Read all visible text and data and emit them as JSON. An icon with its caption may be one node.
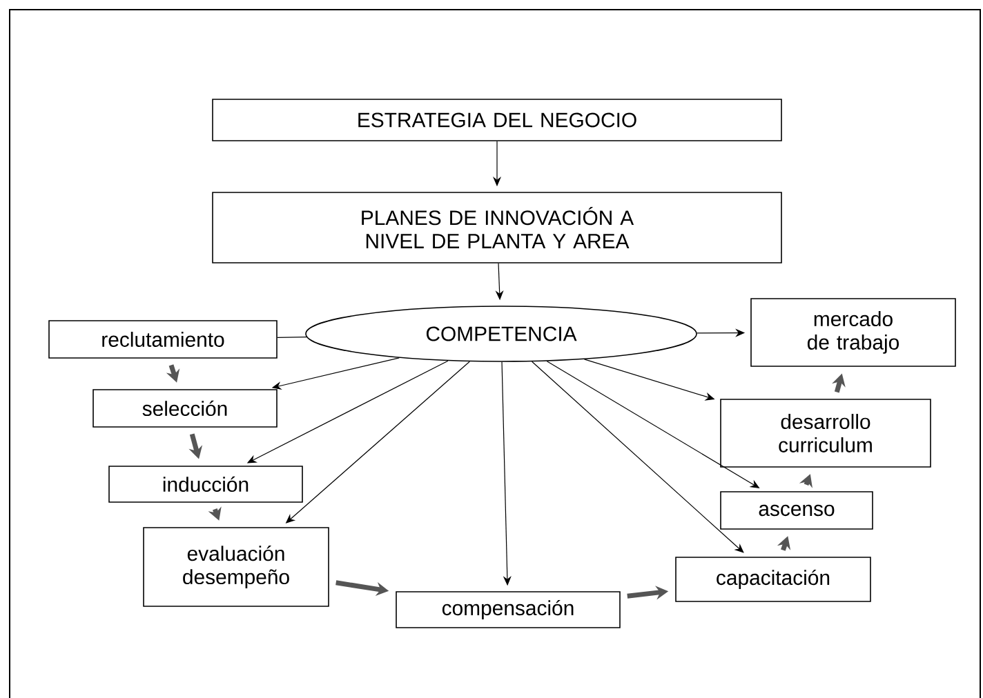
{
  "diagram": {
    "nodes": [
      {
        "text": [
          "ESTRATEGIA DEL NEGOCIO"
        ]
      },
      {
        "text": [
          "PLANES DE INNOVACIÓN A NIVEL DE PLANTA Y AREA"
        ]
      },
      {
        "text": [
          "COMPETENCIA"
        ]
      },
      {
        "text": [
          "reclutamiento"
        ]
      },
      {
        "text": [
          "selección"
        ]
      },
      {
        "text": [
          "inducción"
        ]
      },
      {
        "text": [
          "evaluación desempeño"
        ]
      },
      {
        "text": [
          "compensación"
        ]
      },
      {
        "text": [
          "capacitación"
        ]
      },
      {
        "text": [
          "ascenso"
        ]
      },
      {
        "text": [
          "desarrollo curriculum"
        ]
      },
      {
        "text": [
          "mercado de trabajo"
        ]
      }
    ],
    "edges": [
      {
        "from": 0,
        "to": 1,
        "arrow": "to"
      },
      {
        "from": 1,
        "to": 2,
        "arrow": "to"
      },
      {
        "from": 3,
        "to": 2,
        "arrow": "none"
      },
      {
        "from": 2,
        "to": 4,
        "arrow": "to"
      },
      {
        "from": 2,
        "to": 5,
        "arrow": "to"
      },
      {
        "from": 2,
        "to": 6,
        "arrow": "to"
      },
      {
        "from": 2,
        "to": 7,
        "arrow": "to"
      },
      {
        "from": 2,
        "to": 8,
        "arrow": "to"
      },
      {
        "from": 2,
        "to": 9,
        "arrow": "to"
      },
      {
        "from": 2,
        "to": 10,
        "arrow": "to"
      },
      {
        "from": 2,
        "to": 11,
        "arrow": "to"
      },
      {
        "from": 3,
        "to": 4,
        "arrow": "to",
        "style": "thick",
        "color": "#555555"
      },
      {
        "from": 4,
        "to": 5,
        "arrow": "to",
        "style": "thick",
        "color": "#555555"
      },
      {
        "from": 5,
        "to": 6,
        "arrow": "to",
        "style": "thick",
        "color": "#555555"
      },
      {
        "from": 6,
        "to": 7,
        "arrow": "to",
        "style": "thick",
        "color": "#555555"
      },
      {
        "from": 7,
        "to": 8,
        "arrow": "to",
        "style": "thick",
        "color": "#555555"
      },
      {
        "from": 8,
        "to": 9,
        "arrow": "to",
        "style": "thick",
        "color": "#555555"
      },
      {
        "from": 9,
        "to": 10,
        "arrow": "to",
        "style": "thick",
        "color": "#555555"
      },
      {
        "from": 10,
        "to": 11,
        "arrow": "to",
        "style": "thick",
        "color": "#555555"
      }
    ]
  }
}
